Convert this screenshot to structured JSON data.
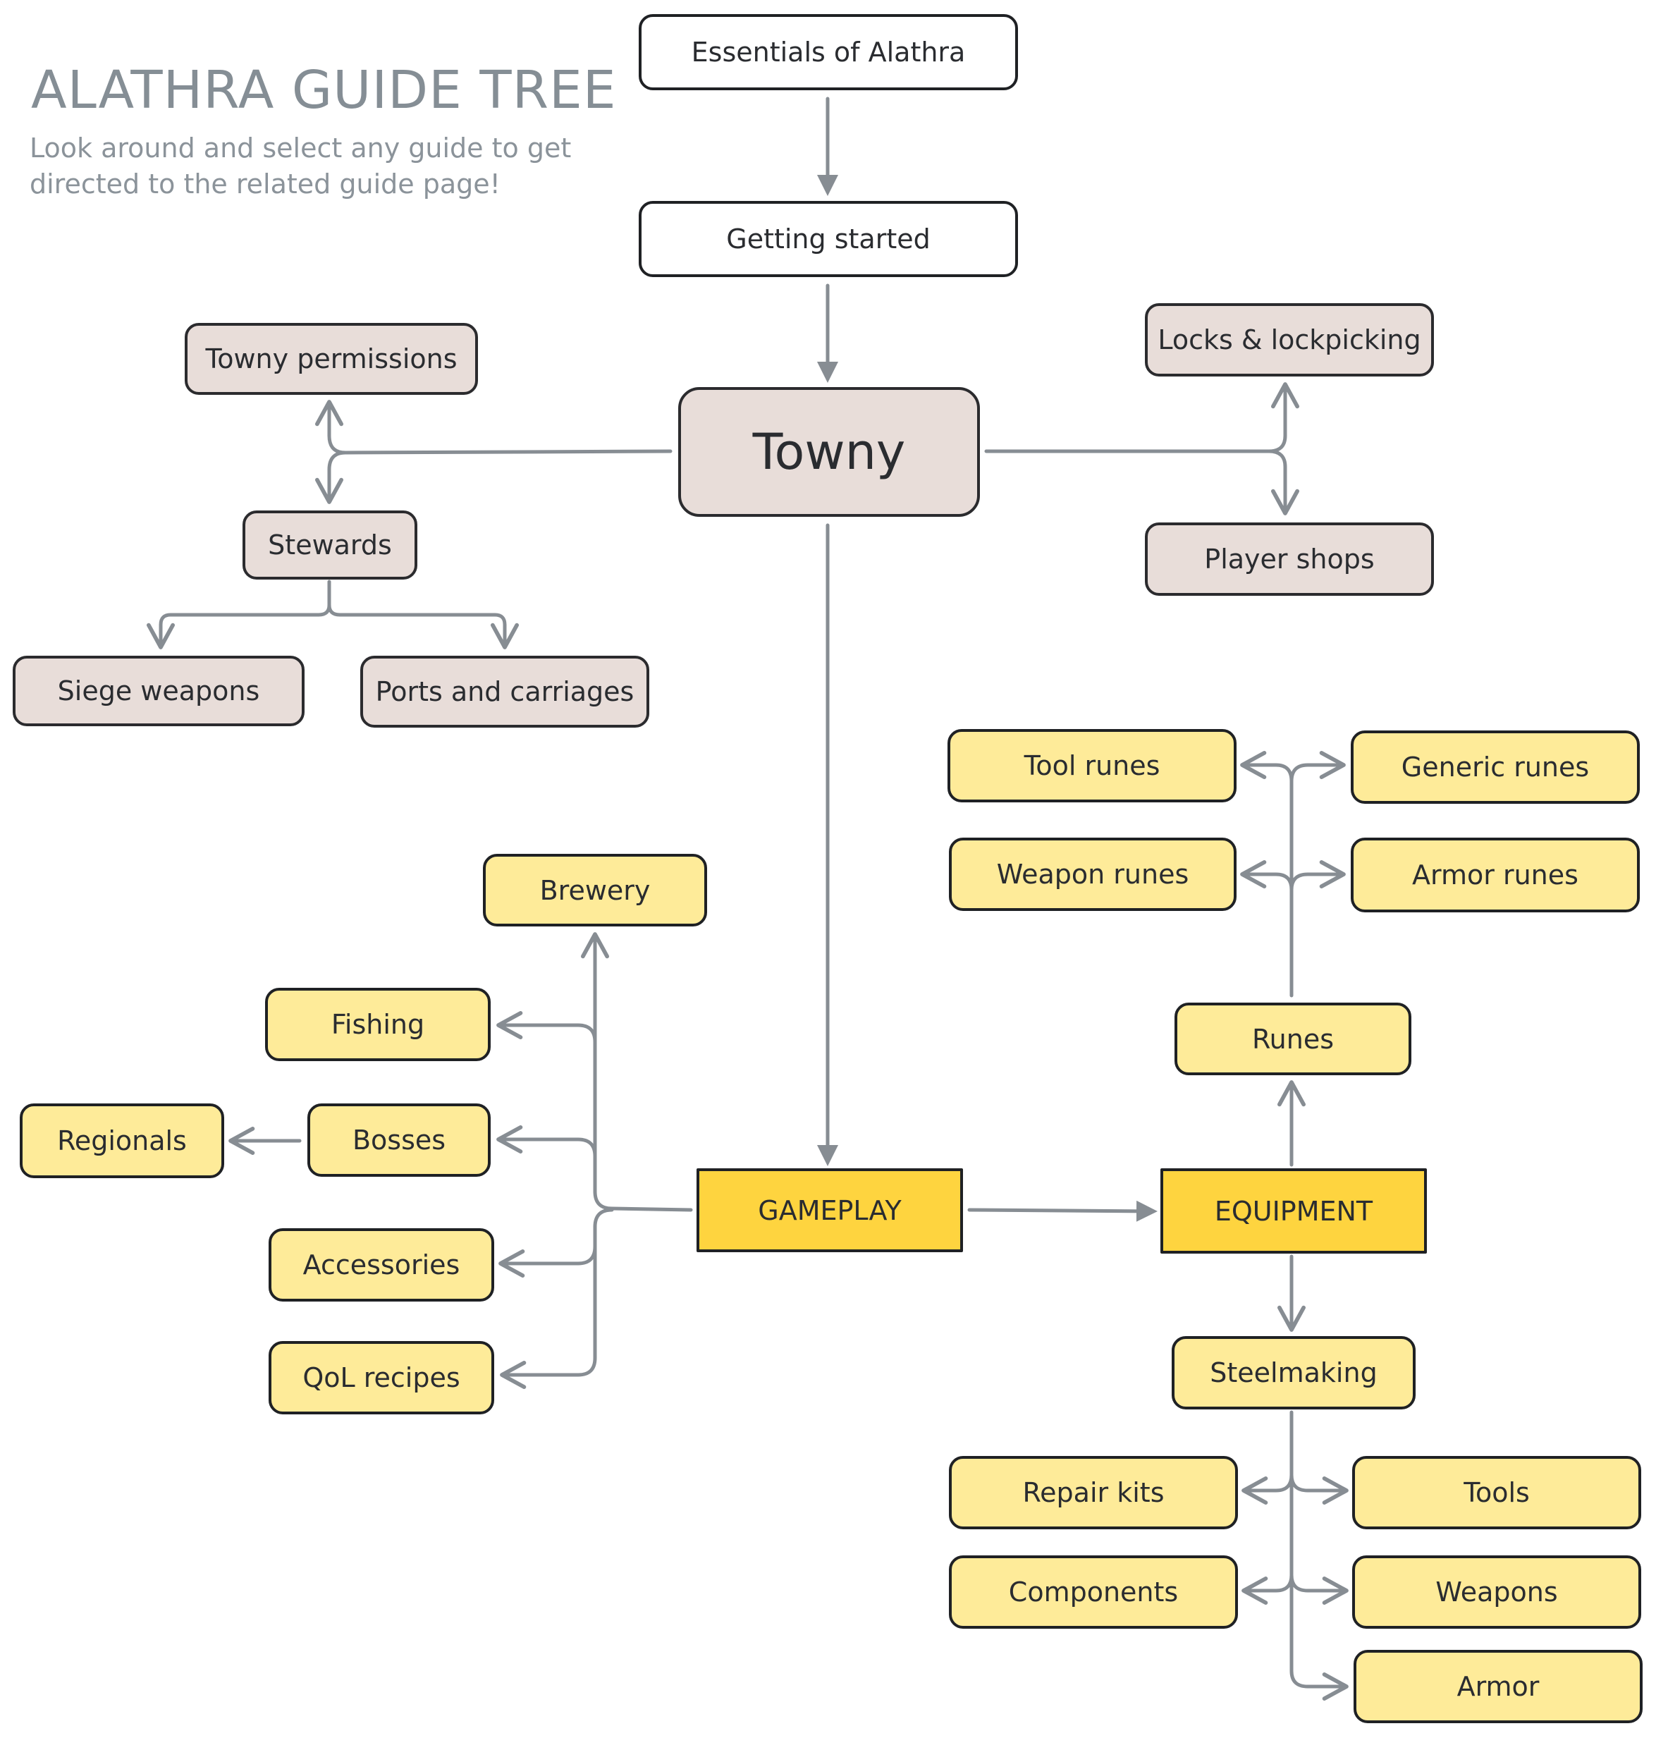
{
  "title": "ALATHRA GUIDE TREE",
  "subtitle": "Look around and select any guide to get directed to the related guide page!",
  "colors": {
    "white_node": "#ffffff",
    "towny_node": "#e8ddd9",
    "gameplay_node": "#feeb99",
    "section_node": "#fed43f",
    "border": "#1f2124",
    "arrow": "#878d93",
    "title_text": "#858e95"
  },
  "nodes": {
    "essentials": "Essentials of Alathra",
    "getting_started": "Getting started",
    "towny": "Towny",
    "towny_permissions": "Towny permissions",
    "stewards": "Stewards",
    "siege_weapons": "Siege weapons",
    "ports_and_carriages": "Ports and carriages",
    "locks_lockpicking": "Locks & lockpicking",
    "player_shops": "Player shops",
    "gameplay": "GAMEPLAY",
    "equipment": "EQUIPMENT",
    "brewery": "Brewery",
    "fishing": "Fishing",
    "bosses": "Bosses",
    "regionals": "Regionals",
    "accessories": "Accessories",
    "qol_recipes": "QoL recipes",
    "runes": "Runes",
    "tool_runes": "Tool runes",
    "generic_runes": "Generic runes",
    "weapon_runes": "Weapon runes",
    "armor_runes": "Armor runes",
    "steelmaking": "Steelmaking",
    "repair_kits": "Repair kits",
    "tools": "Tools",
    "components": "Components",
    "weapons": "Weapons",
    "armor": "Armor"
  }
}
